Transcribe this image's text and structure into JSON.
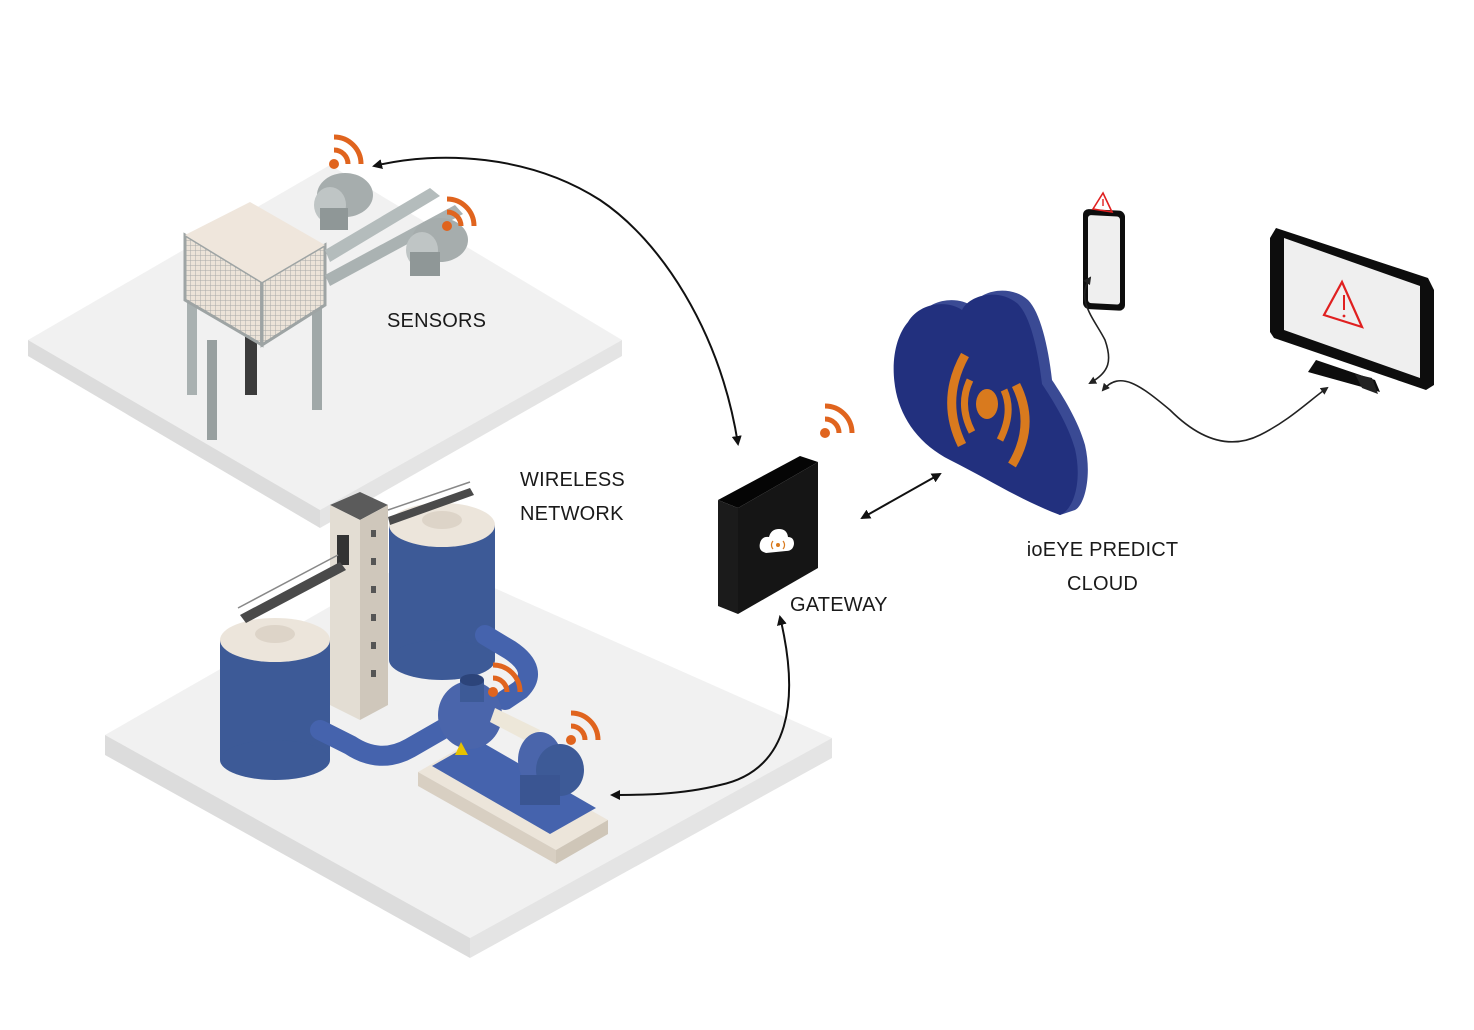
{
  "diagram": {
    "title": "Wireless predictive maintenance architecture",
    "colors": {
      "signal_orange": "#e0641e",
      "cloud_blue": "#22307e",
      "cloud_edge": "#3a4a94",
      "cloud_signal": "#d97a1e",
      "tank_blue": "#3d5a97",
      "pump_blue": "#4563ad",
      "floor": "#f0f0f0",
      "floor_edge": "#d8d8d8",
      "device_black": "#121212",
      "alert_red": "#e02020",
      "screen": "#efefef",
      "machine_gray": "#a8b0b0",
      "concrete": "#ddd6cb",
      "arrow": "#111111"
    },
    "nodes": [
      {
        "id": "sensors",
        "label_lines": [
          "SENSORS"
        ],
        "icon": "motor-sensor-icon"
      },
      {
        "id": "wireless-network",
        "label_lines": [
          "WIRELESS",
          "NETWORK"
        ],
        "icon": "wifi-icon"
      },
      {
        "id": "gateway",
        "label_lines": [
          "GATEWAY"
        ],
        "icon": "gateway-device-icon"
      },
      {
        "id": "cloud",
        "label_lines": [
          "ioEYE PREDICT",
          "CLOUD"
        ],
        "icon": "cloud-broadcast-icon"
      },
      {
        "id": "phone",
        "label_lines": [],
        "icon": "smartphone-alert-icon"
      },
      {
        "id": "monitor",
        "label_lines": [],
        "icon": "monitor-alert-icon"
      }
    ],
    "edges": [
      {
        "from": "gateway",
        "to": "sensors",
        "direction": "bidirectional"
      },
      {
        "from": "gateway",
        "to": "pump-plant",
        "direction": "bidirectional"
      },
      {
        "from": "gateway",
        "to": "cloud",
        "direction": "bidirectional"
      },
      {
        "from": "cloud",
        "to": "phone",
        "direction": "bidirectional"
      },
      {
        "from": "cloud",
        "to": "monitor",
        "direction": "bidirectional"
      }
    ]
  },
  "labels": {
    "sensors": "SENSORS",
    "wireless_1": "WIRELESS",
    "wireless_2": "NETWORK",
    "gateway": "GATEWAY",
    "cloud_1": "ioEYE PREDICT",
    "cloud_2": "CLOUD"
  }
}
